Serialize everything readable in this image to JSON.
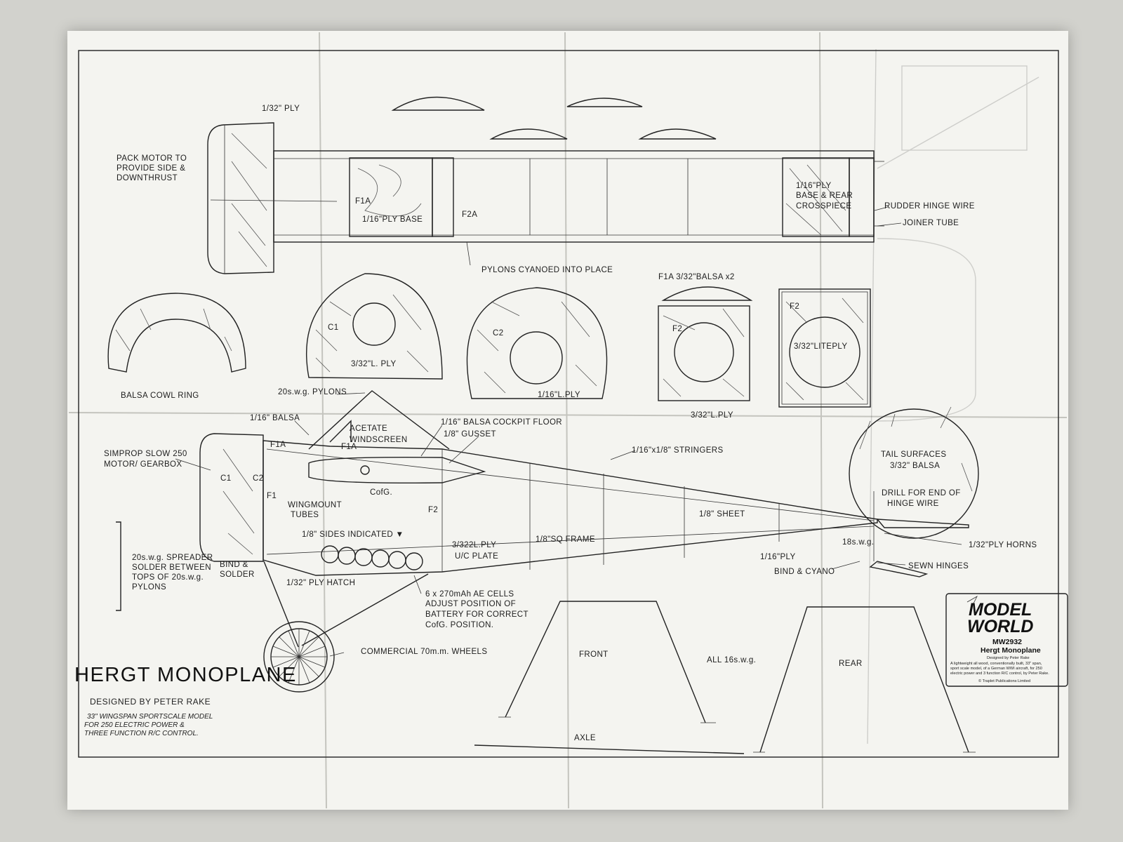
{
  "colors": {
    "paper": "#f4f4f0",
    "ink": "#1d1d1d",
    "background": "#d2d2cd"
  },
  "plan": {
    "title": "HERGT MONOPLANE",
    "designer": "DESIGNED BY PETER RAKE",
    "description": [
      "33\" WINGSPAN SPORTSCALE MODEL",
      "FOR 250 ELECTRIC POWER &",
      "THREE FUNCTION R/C CONTROL."
    ]
  },
  "top_view": {
    "ply_note": "1/32\" PLY",
    "pack_motor": [
      "PACK MOTOR TO",
      "PROVIDE SIDE &",
      "DOWNTHRUST"
    ],
    "f1a": "F1A",
    "ply_base": "1/16\"PLY BASE",
    "f2a": "F2A",
    "rear_base": [
      "1/16\"PLY",
      "BASE & REAR",
      "CROSSPIECE"
    ],
    "rudder_hinge": "RUDDER HINGE WIRE",
    "joiner_tube": "JOINER TUBE",
    "pylons": "PYLONS CYANOED INTO PLACE"
  },
  "parts": {
    "cowl_ring": "BALSA COWL RING",
    "c1": "C1",
    "c1_mat": "3/32\"L. PLY",
    "c2": "C2",
    "c2_mat": "1/16\"L.PLY",
    "f1a_title": "F1A 3/32\"BALSA x2",
    "f2_left": "F2",
    "f2_left_mat": "3/32\"L.PLY",
    "f2_right": "F2",
    "f2_right_mat": "3/32\"LITEPLY"
  },
  "side_view": {
    "pylons_20swg": "20s.w.g. PYLONS",
    "balsa_116": "1/16\" BALSA",
    "acetate": [
      "ACETATE",
      "WINDSCREEN"
    ],
    "cockpit_floor": "1/16\" BALSA COCKPIT FLOOR",
    "gusset": "1/8\" GUSSET",
    "stringers": "1/16\"x1/8\" STRINGERS",
    "motor": [
      "SIMPROP SLOW 250",
      "MOTOR/ GEARBOX"
    ],
    "f1a_a": "F1A",
    "f1a_b": "F1A",
    "c1": "C1",
    "c2": "C2",
    "f1": "F1",
    "cofg": "CofG.",
    "wingmount": [
      "WINGMOUNT",
      "TUBES"
    ],
    "f2": "F2",
    "sides": "1/8\" SIDES INDICATED ▼",
    "uc_plate": [
      "3/322L.PLY",
      "U/C PLATE"
    ],
    "sq_frame": "1/8\"SQ FRAME",
    "sheet": "1/8\" SHEET",
    "spreader": [
      "20s.w.g. SPREADER",
      "SOLDER BETWEEN",
      "TOPS OF 20s.w.g.",
      "PYLONS"
    ],
    "bind_solder": [
      "BIND &",
      "SOLDER"
    ],
    "hatch": "1/32\" PLY HATCH",
    "cells": [
      "6 x 270mAh AE CELLS",
      "ADJUST POSITION OF",
      "BATTERY FOR CORRECT",
      "CofG. POSITION."
    ],
    "wheels": "COMMERCIAL 70m.m. WHEELS",
    "tail_surfaces": [
      "TAIL SURFACES",
      "3/32\" BALSA"
    ],
    "drill": [
      "DRILL FOR END OF",
      "HINGE WIRE"
    ],
    "ply_horns": "1/32\"PLY HORNS",
    "swg18": "18s.w.g.",
    "ply_116": "1/16\"PLY",
    "bind_cyano": "BIND & CYANO",
    "sewn_hinges": "SEWN HINGES"
  },
  "undercarriage": {
    "front": "FRONT",
    "all": "ALL 16s.w.g.",
    "rear": "REAR",
    "axle": "AXLE"
  },
  "logo": {
    "line1": "MODEL",
    "line2": "WORLD",
    "code": "MW2932",
    "name": "Hergt Monoplane",
    "designer": "Designed by Peter Rake",
    "blurb": [
      "A lightweight all wood, conventionally built, 33\" span,",
      "sport scale model, of a German WWI aircraft, for 250",
      "electric power and 3 function R/C control, by Peter Rake."
    ],
    "copyright": "© Traplet Publications Limited"
  }
}
